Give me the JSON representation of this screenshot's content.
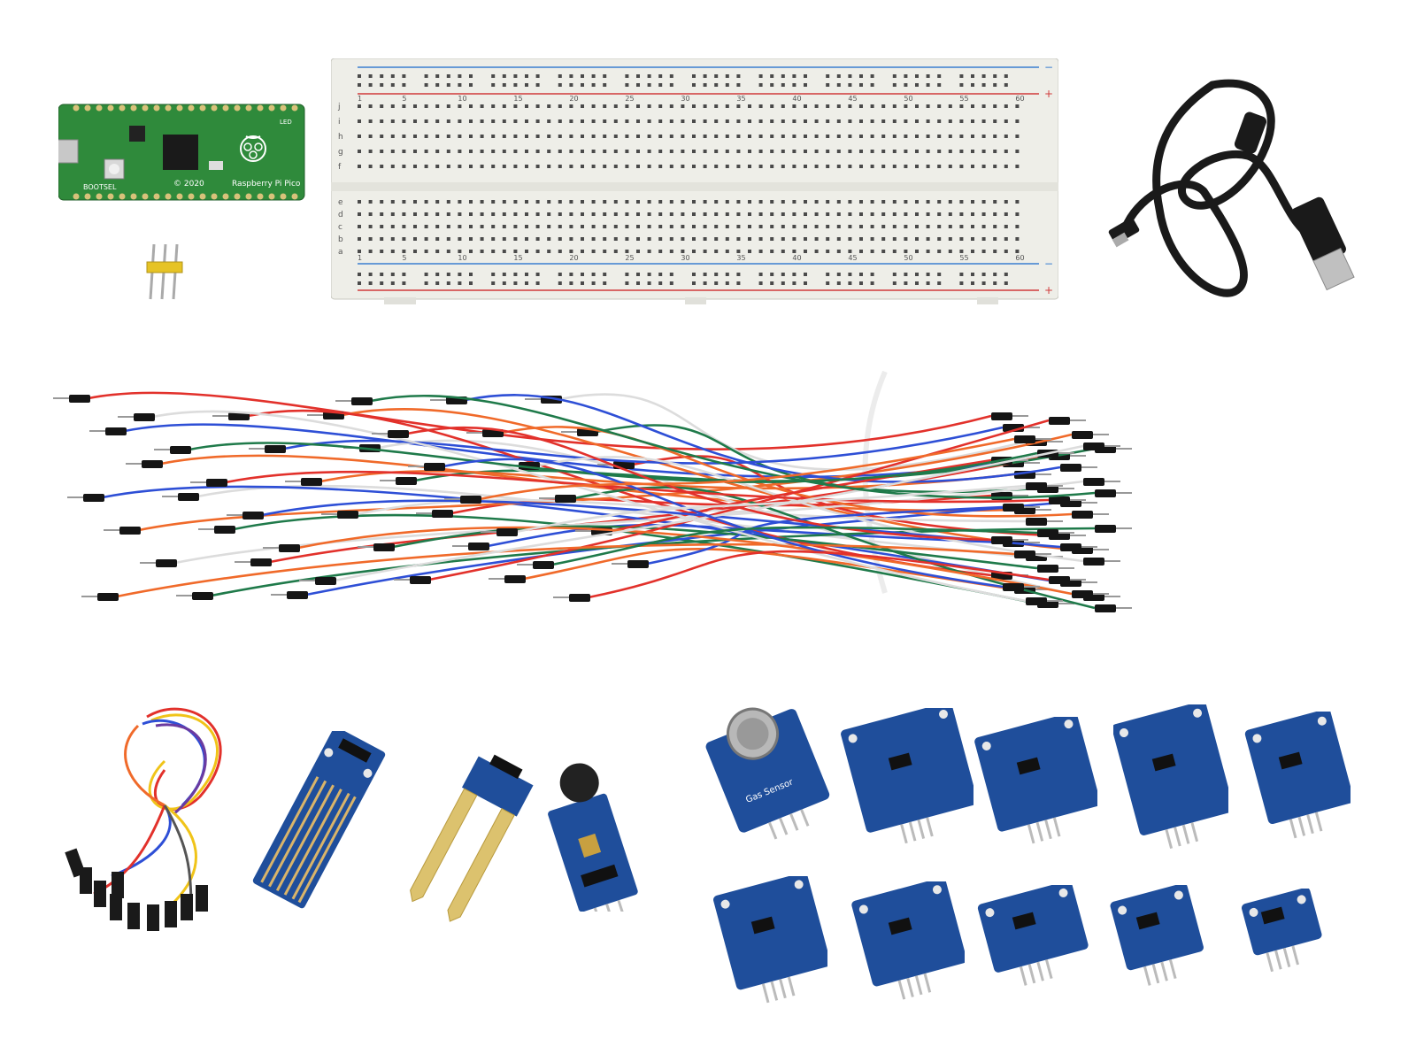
{
  "pico_board": {
    "silk_name": "Raspberry Pi Pico",
    "silk_year": "© 2020",
    "silk_button": "BOOTSEL",
    "silk_led": "LED",
    "color": "#2f8a3b"
  },
  "breadboard": {
    "row_letters_top": [
      "j",
      "i",
      "h",
      "g",
      "f"
    ],
    "row_letters_bottom": [
      "e",
      "d",
      "c",
      "b",
      "a"
    ],
    "column_numbers": [
      "1",
      "5",
      "10",
      "15",
      "20",
      "25",
      "30",
      "35",
      "40",
      "45",
      "50",
      "55",
      "60"
    ],
    "rail_plus": "+",
    "rail_minus": "−",
    "color": "#eeeee8"
  },
  "usb_cable": {
    "color": "#1a1a1a"
  },
  "jumper_wires": {
    "colors": [
      "#e2312b",
      "#2e4fd6",
      "#f06a2a",
      "#ffffff",
      "#1f7a4a"
    ]
  },
  "sensor_modules": {
    "color": "#1f4e9b",
    "gas_sensor_label": "Gas Sensor"
  },
  "icons": [
    "raspberry-logo-icon",
    "usb-connector-icon",
    "pin-header-icon"
  ]
}
